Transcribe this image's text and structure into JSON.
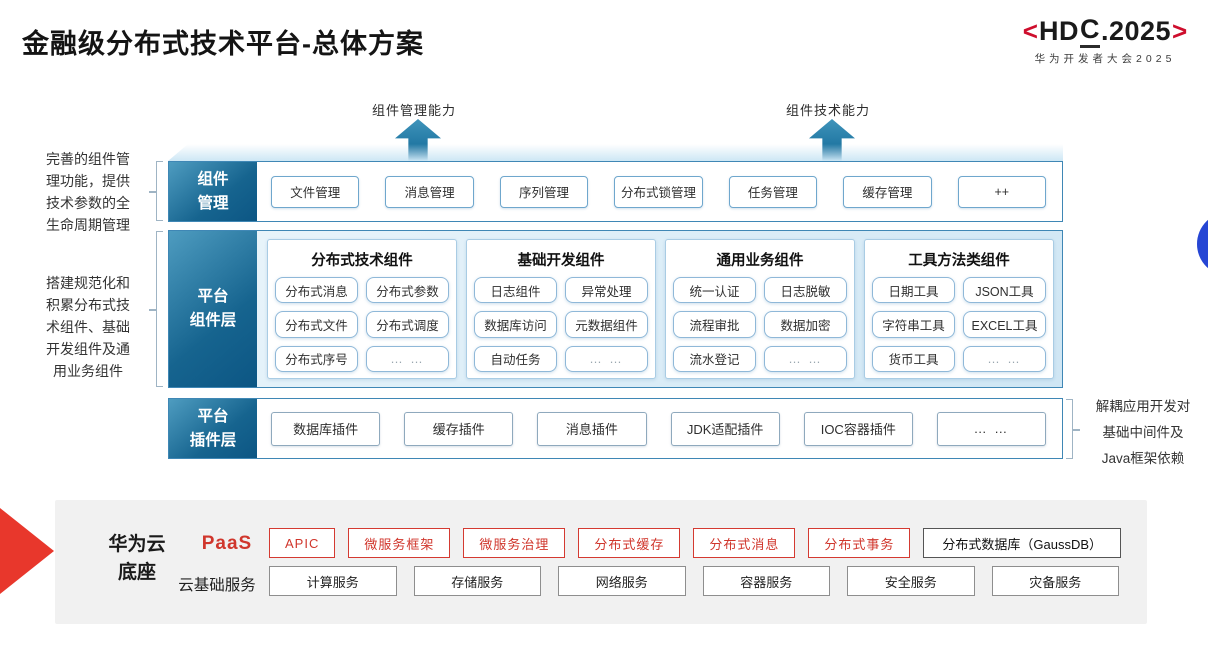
{
  "title": "金融级分布式技术平台-总体方案",
  "logo": {
    "open": "<",
    "hd": "HD",
    "c": "C",
    "rest": ".2025",
    "close": ">",
    "subtitle": "华为开发者大会2025"
  },
  "capability_arrows": {
    "left": "组件管理能力",
    "right": "组件技术能力"
  },
  "annotations": {
    "left_top": [
      "完善的组件管",
      "理功能，提供",
      "技术参数的全",
      "生命周期管理"
    ],
    "left_bottom": [
      "搭建规范化和",
      "积累分布式技",
      "术组件、基础",
      "开发组件及通",
      "用业务组件"
    ],
    "right": [
      "解耦应用开发对",
      "基础中间件及",
      "Java框架依赖"
    ]
  },
  "layers": {
    "management": {
      "label": [
        "组件",
        "管理"
      ],
      "items": [
        "文件管理",
        "消息管理",
        "序列管理",
        "分布式锁管理",
        "任务管理",
        "缓存管理",
        "++"
      ]
    },
    "components": {
      "label": [
        "平台",
        "组件层"
      ],
      "groups": [
        {
          "title": "分布式技术组件",
          "items": [
            "分布式消息",
            "分布式参数",
            "分布式文件",
            "分布式调度",
            "分布式序号",
            "… …"
          ]
        },
        {
          "title": "基础开发组件",
          "items": [
            "日志组件",
            "异常处理",
            "数据库访问",
            "元数据组件",
            "自动任务",
            "… …"
          ]
        },
        {
          "title": "通用业务组件",
          "items": [
            "统一认证",
            "日志脱敏",
            "流程审批",
            "数据加密",
            "流水登记",
            "… …"
          ]
        },
        {
          "title": "工具方法类组件",
          "items": [
            "日期工具",
            "JSON工具",
            "字符串工具",
            "EXCEL工具",
            "货币工具",
            "… …"
          ]
        }
      ]
    },
    "plugins": {
      "label": [
        "平台",
        "插件层"
      ],
      "items": [
        "数据库插件",
        "缓存插件",
        "消息插件",
        "JDK适配插件",
        "IOC容器插件",
        "… …"
      ]
    }
  },
  "foundation": {
    "label": [
      "华为云",
      "底座"
    ],
    "paas": {
      "label": "PaaS",
      "items": [
        "APIC",
        "微服务框架",
        "微服务治理",
        "分布式缓存",
        "分布式消息",
        "分布式事务"
      ],
      "db": "分布式数据库（GaussDB）"
    },
    "iaas": {
      "label": "云基础服务",
      "items": [
        "计算服务",
        "存储服务",
        "网络服务",
        "容器服务",
        "安全服务",
        "灾备服务"
      ]
    }
  },
  "colors": {
    "accent_red": "#e8372c",
    "deep_blue": "#0c5684",
    "light_blue": "#cfe6f4",
    "circle_blue": "#2646d4"
  }
}
